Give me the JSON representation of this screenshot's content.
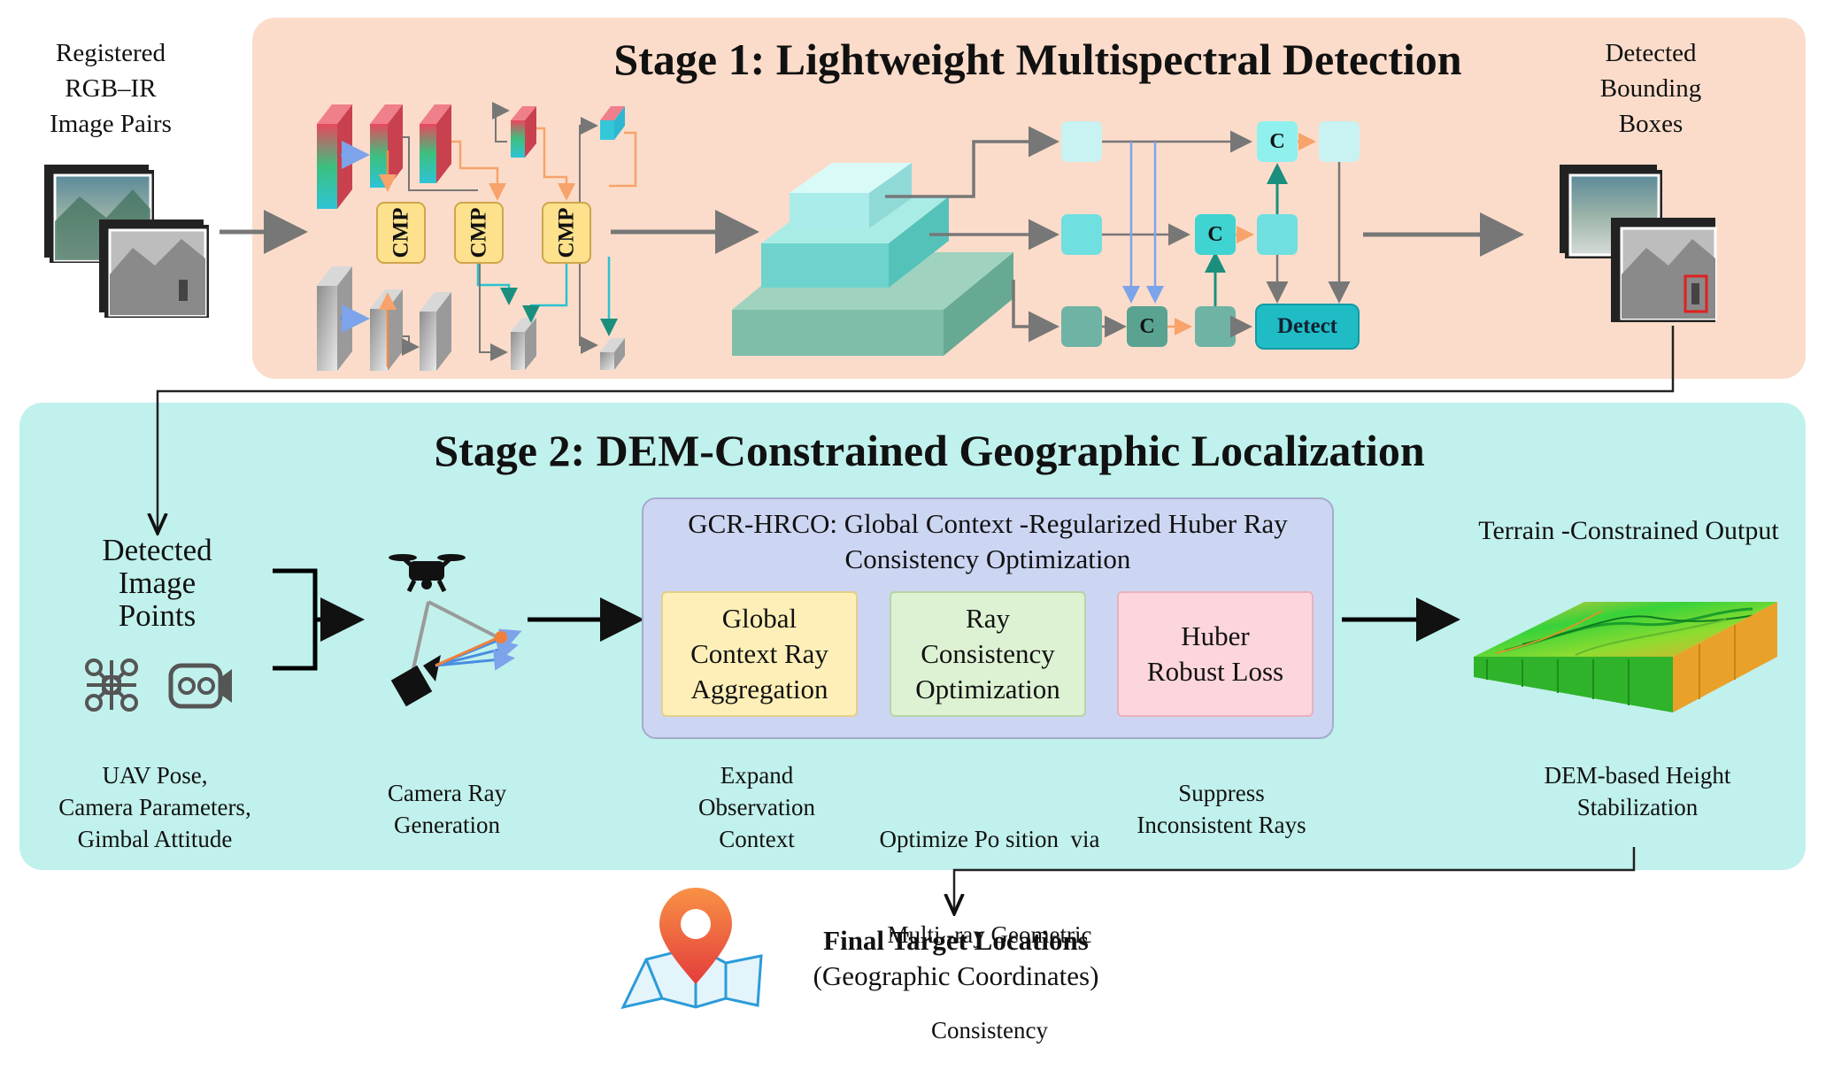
{
  "stage1": {
    "title": "Stage 1: Lightweight Multispectral Detection",
    "input_label": [
      "Registered",
      "RGB–IR",
      "Image Pairs"
    ],
    "output_label": [
      "Detected",
      "Bounding",
      "Boxes"
    ],
    "fusion_module_label": "CMP",
    "concat_label": "C",
    "detect_label": "Detect"
  },
  "stage2": {
    "title": "Stage 2: DEM-Constrained Geographic Localization",
    "detected_points_label": [
      "Detected",
      "Image",
      "Points"
    ],
    "uav_caption": [
      "UAV Pose,",
      "Camera Parameters,",
      "Gimbal Attitude"
    ],
    "ray_caption": [
      "Camera Ray",
      "Generation"
    ],
    "gcr": {
      "title": [
        "GCR-HRCO: Global Context -Regularized Huber Ray",
        "Consistency Optimization"
      ],
      "modules": [
        {
          "label": [
            "Global",
            "Context Ray",
            "Aggregation"
          ],
          "caption": [
            "Expand",
            "Observation",
            "Context"
          ]
        },
        {
          "label": [
            "Ray",
            "Consistency",
            "Optimization"
          ],
          "caption": [
            "Optimize Po sition  via",
            "Multi -ray Geometric",
            "Consistency"
          ]
        },
        {
          "label": [
            "Huber",
            "Robust Loss"
          ],
          "caption": [
            "Suppress",
            "Inconsistent Rays"
          ]
        }
      ]
    },
    "terrain_title": "Terrain -Constrained Output",
    "terrain_caption": [
      "DEM-based Height",
      "Stabilization"
    ]
  },
  "final": {
    "title": "Final Target Locations",
    "subtitle": "(Geographic Coordinates)"
  },
  "colors": {
    "stage1_bg": "#fbdcca",
    "stage2_bg": "#c1f1ec",
    "gcr_bg": "#ccd6f3",
    "cmp_fill": "#fde18c",
    "detect_fill": "#1fbcc6",
    "pin": "#f4683c"
  }
}
